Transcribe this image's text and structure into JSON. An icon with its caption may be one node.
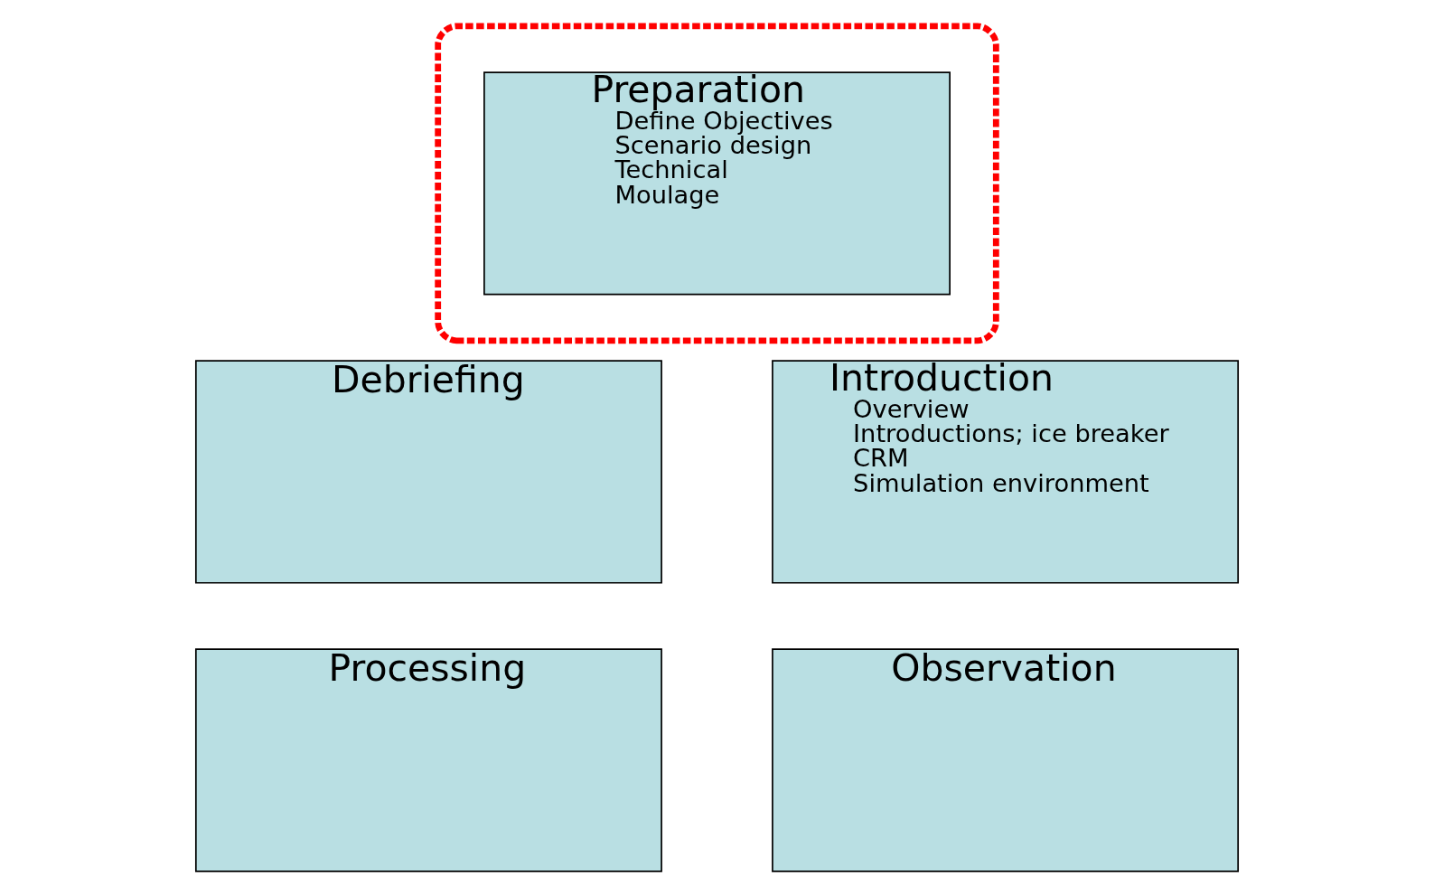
{
  "diagram": {
    "nodes": [
      {
        "text": [],
        "shape": "ellipse"
      },
      {
        "text": [
          "Preparation",
          "Define Objectives",
          "Scenario design",
          "Technical",
          "Moulage"
        ],
        "in": 0
      },
      {
        "text": [
          "Debriefing"
        ]
      },
      {
        "text": [
          "Introduction",
          "Overview",
          "Introductions; ice breaker",
          "CRM",
          "Simulation environment"
        ]
      },
      {
        "text": [
          "Processing"
        ]
      },
      {
        "text": [
          "Observation"
        ]
      }
    ],
    "edges": []
  }
}
